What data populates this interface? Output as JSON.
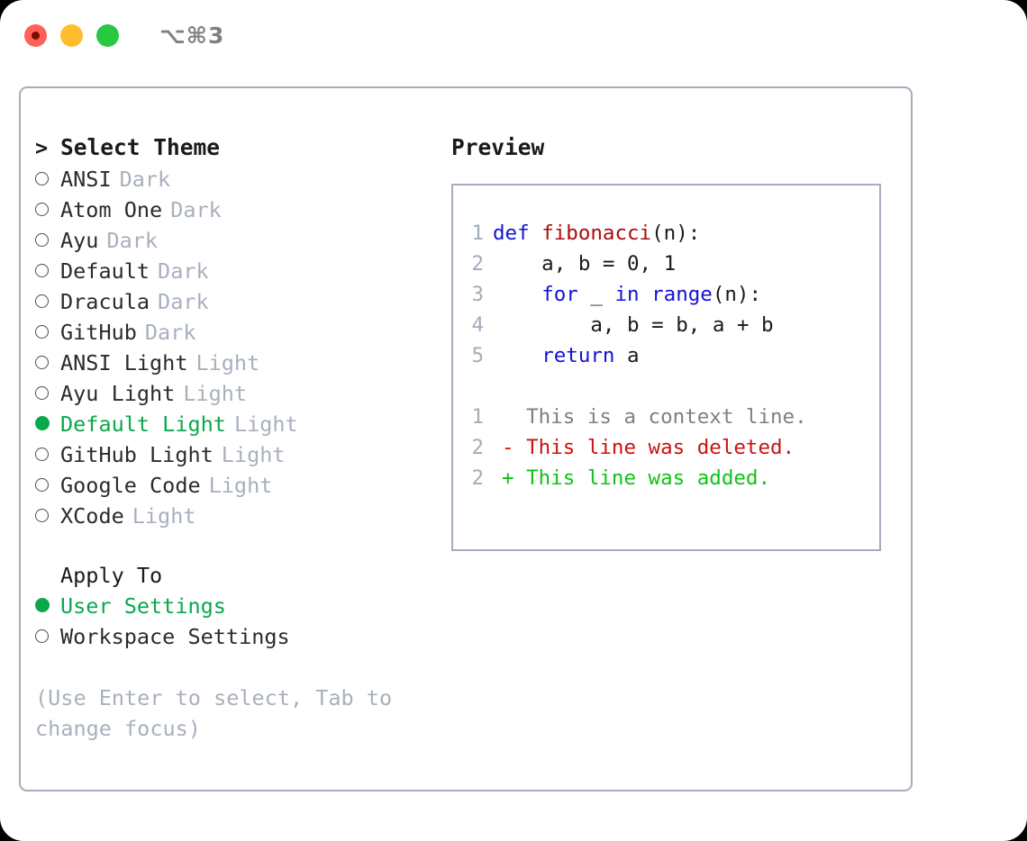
{
  "titlebar": {
    "shortcut": "⌥⌘3",
    "buttons": [
      {
        "name": "close",
        "color": "#ff6058"
      },
      {
        "name": "minimize",
        "color": "#ffbd2e"
      },
      {
        "name": "maximize",
        "color": "#28c840"
      }
    ]
  },
  "colors": {
    "accent_green": "#0aa84b",
    "muted": "#a8b0bd",
    "border": "#a3adbb",
    "keyword_blue": "#1313d6",
    "function_red": "#aa0d0d",
    "diff_delete": "#cc1111",
    "diff_add": "#10c215",
    "diff_context": "#808080"
  },
  "theme_picker": {
    "header_prompt": ">",
    "header_label": "Select Theme",
    "marker_unselected": "○",
    "marker_selected": "●",
    "items": [
      {
        "name": "ANSI",
        "kind": "Dark",
        "selected": false
      },
      {
        "name": "Atom One",
        "kind": "Dark",
        "selected": false
      },
      {
        "name": "Ayu",
        "kind": "Dark",
        "selected": false
      },
      {
        "name": "Default",
        "kind": "Dark",
        "selected": false
      },
      {
        "name": "Dracula",
        "kind": "Dark",
        "selected": false
      },
      {
        "name": "GitHub",
        "kind": "Dark",
        "selected": false
      },
      {
        "name": "ANSI Light",
        "kind": "Light",
        "selected": false
      },
      {
        "name": "Ayu Light",
        "kind": "Light",
        "selected": false
      },
      {
        "name": "Default Light",
        "kind": "Light",
        "selected": true
      },
      {
        "name": "GitHub Light",
        "kind": "Light",
        "selected": false
      },
      {
        "name": "Google Code",
        "kind": "Light",
        "selected": false
      },
      {
        "name": "XCode",
        "kind": "Light",
        "selected": false
      }
    ]
  },
  "apply_to": {
    "label": "Apply To",
    "options": [
      {
        "name": "User Settings",
        "selected": true
      },
      {
        "name": "Workspace Settings",
        "selected": false
      }
    ]
  },
  "hint": "(Use Enter to select, Tab to change focus)",
  "preview": {
    "title": "Preview",
    "code_lines": [
      {
        "number": "1",
        "tokens": [
          {
            "text": "def ",
            "type": "keyword"
          },
          {
            "text": "fibonacci",
            "type": "function"
          },
          {
            "text": "(n):",
            "type": "plain"
          }
        ]
      },
      {
        "number": "2",
        "tokens": [
          {
            "text": "    a, b = 0, 1",
            "type": "plain"
          }
        ]
      },
      {
        "number": "3",
        "tokens": [
          {
            "text": "    ",
            "type": "plain"
          },
          {
            "text": "for",
            "type": "keyword"
          },
          {
            "text": " _ ",
            "type": "plain"
          },
          {
            "text": "in",
            "type": "keyword"
          },
          {
            "text": " ",
            "type": "plain"
          },
          {
            "text": "range",
            "type": "keyword"
          },
          {
            "text": "(n):",
            "type": "plain"
          }
        ]
      },
      {
        "number": "4",
        "tokens": [
          {
            "text": "        a, b = b, a + b",
            "type": "plain"
          }
        ]
      },
      {
        "number": "5",
        "tokens": [
          {
            "text": "    ",
            "type": "plain"
          },
          {
            "text": "return",
            "type": "keyword"
          },
          {
            "text": " a",
            "type": "plain"
          }
        ]
      }
    ],
    "diff_lines": [
      {
        "number": "1",
        "sign": " ",
        "text": " This is a context line.",
        "type": "context"
      },
      {
        "number": "2",
        "sign": "-",
        "text": " This line was deleted.",
        "type": "delete"
      },
      {
        "number": "2",
        "sign": "+",
        "text": " This line was added.",
        "type": "add"
      }
    ]
  }
}
